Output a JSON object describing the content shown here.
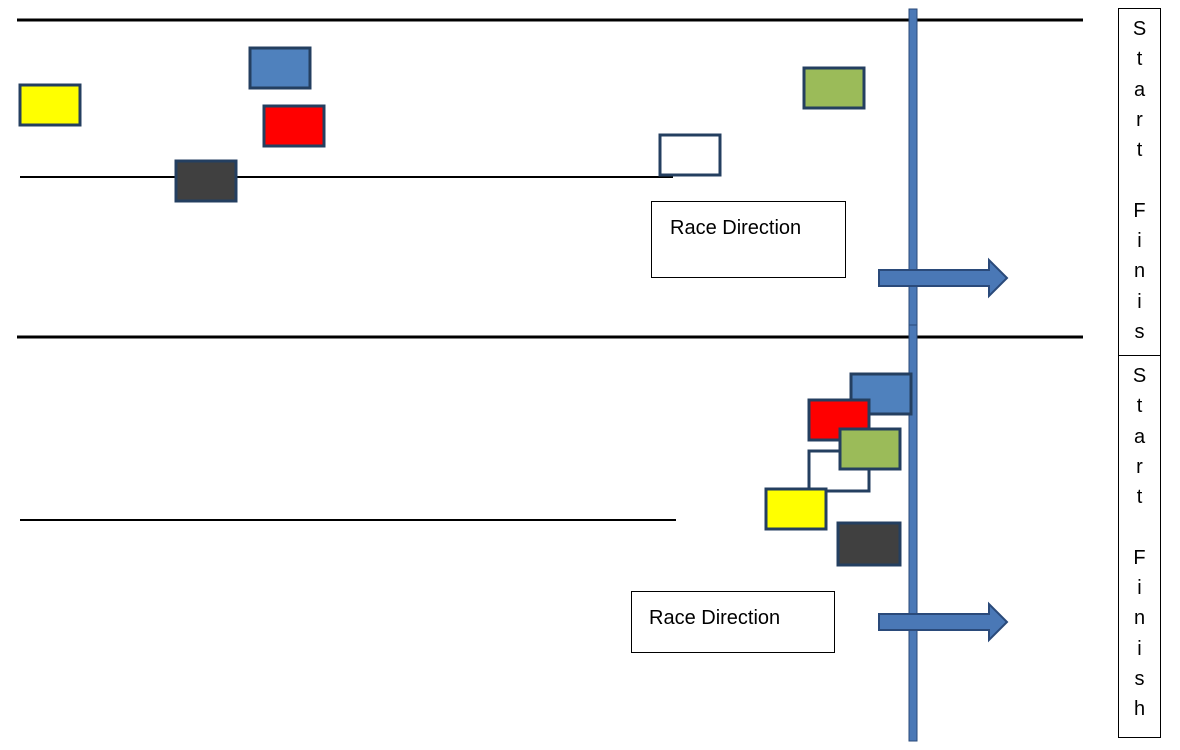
{
  "colors": {
    "track_line": "#000000",
    "finish_pole_fill": "#4a78b6",
    "finish_pole_stroke": "#2a4a7a",
    "arrow_fill": "#4a78b6",
    "arrow_stroke": "#2a4a7a",
    "car_border": "#243f60",
    "cars": {
      "blue": "#4f81bd",
      "red": "#ff0000",
      "yellow": "#ffff00",
      "green": "#9bbb59",
      "dark": "#404040",
      "white": "#ffffff"
    }
  },
  "top_panel": {
    "race_direction_label": "Race Direction",
    "side_label_letters": [
      "S",
      "t",
      "a",
      "r",
      "t",
      "",
      "F",
      "i",
      "n",
      "i",
      "s"
    ],
    "cars": [
      "yellow",
      "blue",
      "red",
      "dark",
      "white",
      "green"
    ]
  },
  "bottom_panel": {
    "race_direction_label": "Race Direction",
    "side_label_letters": [
      "S",
      "t",
      "a",
      "r",
      "t",
      "",
      "F",
      "i",
      "n",
      "i",
      "s",
      "h"
    ],
    "cars": [
      "blue",
      "red",
      "white",
      "green",
      "yellow",
      "dark"
    ]
  }
}
